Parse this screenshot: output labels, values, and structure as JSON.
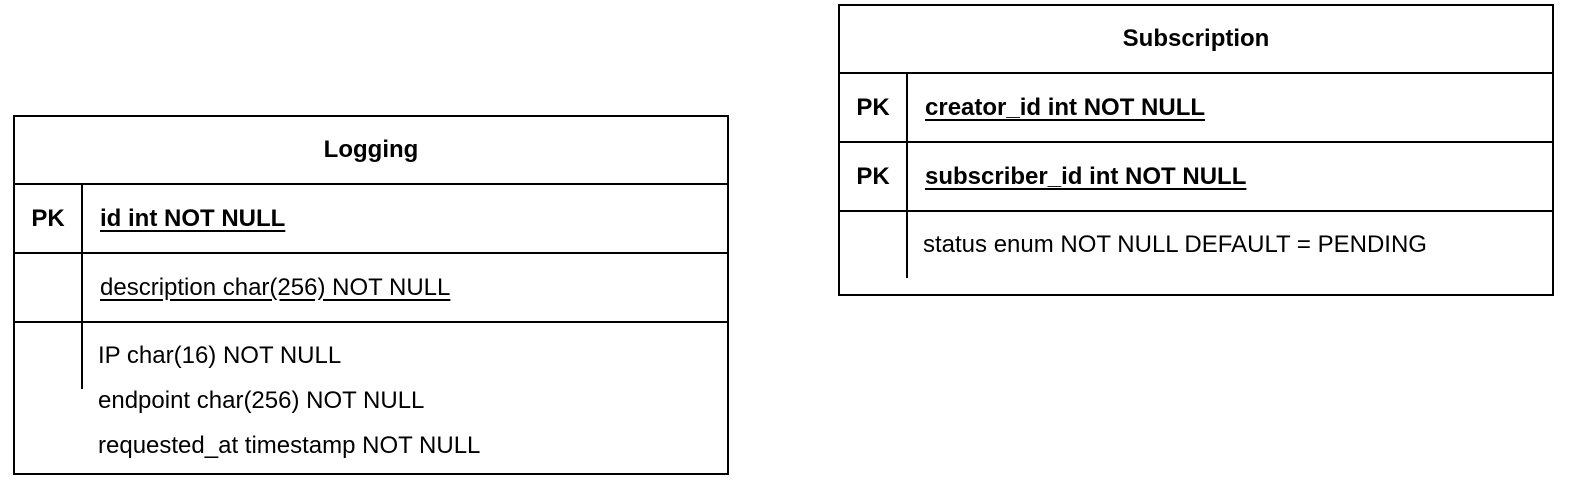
{
  "logging": {
    "title": "Logging",
    "pk_rows": [
      {
        "key": "PK",
        "field": "id int NOT NULL"
      }
    ],
    "underlined_row": {
      "key": "",
      "field": "description char(256) NOT NULL"
    },
    "plain_fields": [
      "IP char(16) NOT NULL",
      "endpoint char(256) NOT NULL",
      "requested_at timestamp NOT NULL"
    ]
  },
  "subscription": {
    "title": "Subscription",
    "pk_rows": [
      {
        "key": "PK",
        "field": "creator_id int NOT NULL"
      },
      {
        "key": "PK",
        "field": "subscriber_id int NOT NULL"
      }
    ],
    "plain_fields": [
      "status enum NOT NULL DEFAULT = PENDING"
    ]
  }
}
